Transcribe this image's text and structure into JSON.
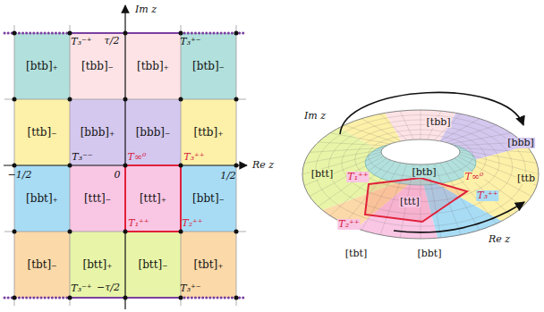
{
  "diagram": {
    "nodes": [
      {
        "text": [
          "[btb]₊"
        ]
      },
      {
        "text": [
          "[tbb]₋"
        ]
      },
      {
        "text": [
          "[tbb]₊"
        ]
      },
      {
        "text": [
          "[btb]₋"
        ]
      },
      {
        "text": [
          "[ttb]₋"
        ]
      },
      {
        "text": [
          "[bbb]₊"
        ]
      },
      {
        "text": [
          "[bbb]₋"
        ]
      },
      {
        "text": [
          "[ttb]₊"
        ]
      },
      {
        "text": [
          "[bbt]₊"
        ]
      },
      {
        "text": [
          "[ttt]₋"
        ]
      },
      {
        "text": [
          "[ttt]₊"
        ]
      },
      {
        "text": [
          "[bbt]₋"
        ]
      },
      {
        "text": [
          "[tbt]₋"
        ]
      },
      {
        "text": [
          "[btt]₊"
        ]
      },
      {
        "text": [
          "[btt]₋"
        ]
      },
      {
        "text": [
          "[tbt]₊"
        ]
      }
    ],
    "labels": [
      "Im z",
      "τ/2",
      "T₃⁻⁺",
      "T₃⁺⁻",
      "T₃⁻⁻",
      "T∞⁰",
      "T₃⁺⁺",
      "−1/2",
      "0",
      "1/2",
      "Re z",
      "T₁⁺⁺",
      "T₂⁺⁺",
      "T₃⁻⁺",
      "−τ/2",
      "T₃⁺⁻",
      "Im z",
      "[tbb]",
      "[btb]",
      "[bbb]",
      "[ttb",
      "[btt]",
      "[ttt]",
      "[tbt]",
      "[bbt]",
      "T₁⁺⁺",
      "T₂⁺⁺",
      "T∞⁰",
      "T₃⁺⁺",
      "Re z"
    ]
  }
}
